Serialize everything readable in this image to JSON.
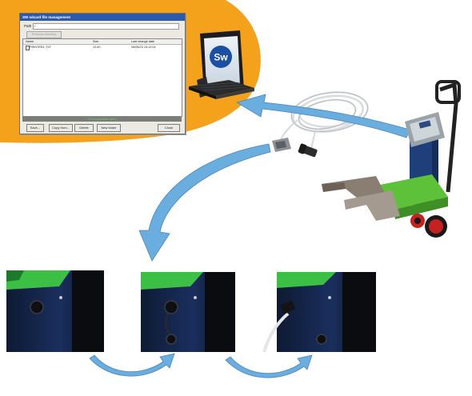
{
  "window": {
    "title": "SW sdcard file management",
    "path_label": "Path",
    "path_value": "\\",
    "prev_button": "Previous directory",
    "columns": {
      "name": "Name",
      "size": "Size",
      "date": "Last change date"
    },
    "files": [
      {
        "name": "PRINTER1.TXT",
        "size": "12.60",
        "date": "05/06/23 15:12:04"
      }
    ],
    "status_text": "Communication open",
    "buttons": {
      "save": "Save...",
      "copy_from": "Copy from...",
      "delete": "Delete",
      "new_folder": "New folder",
      "close": "Close"
    }
  },
  "monitor": {
    "logo": "Sw"
  },
  "colors": {
    "blob": "#f4a11b",
    "arrow": "#6aaedf",
    "truck_green": "#5dc23a",
    "truck_blue": "#1f3f7a"
  },
  "icons": [
    "file-icon",
    "sw-logo-icon"
  ]
}
